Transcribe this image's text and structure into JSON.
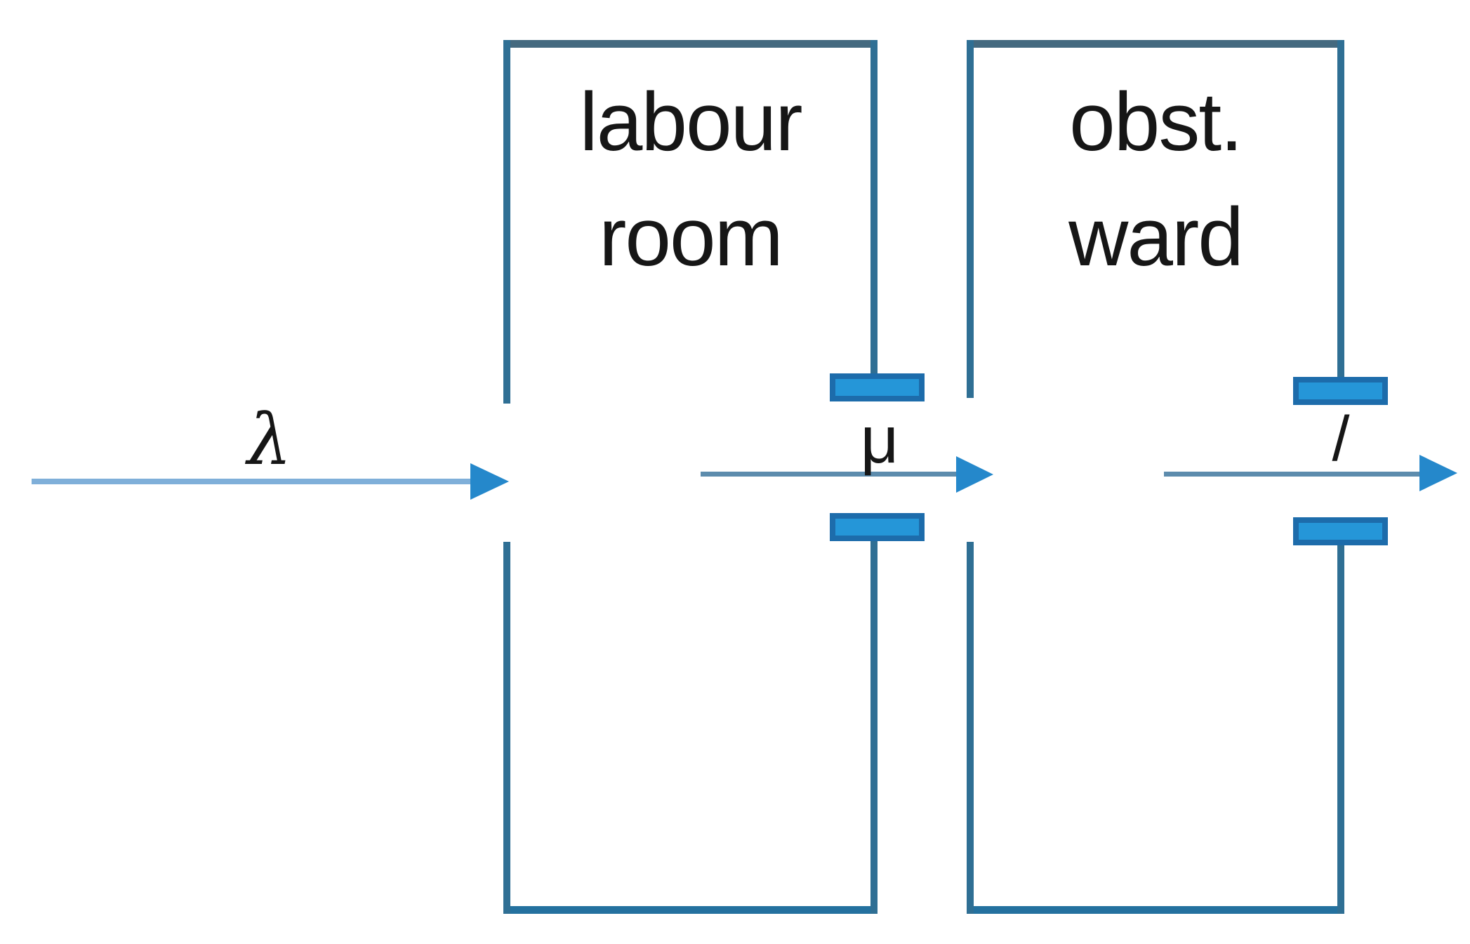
{
  "diagram": {
    "kind": "patient-flow-queueing-model",
    "rooms": [
      {
        "id": "labour-room",
        "label_lines": [
          "labour",
          "room"
        ]
      },
      {
        "id": "obst-ward",
        "label_lines": [
          "obst.",
          "ward"
        ]
      }
    ],
    "flows": [
      {
        "id": "arrival-rate",
        "label": "λ"
      },
      {
        "id": "transfer-rate",
        "label": "μ"
      },
      {
        "id": "discharge-rate",
        "label": "/"
      }
    ]
  },
  "colors": {
    "wall": "#2f6f94",
    "wall-top": "#44697f",
    "wall-bottom": "#24719f",
    "door-fill": "#2596d8",
    "door-border": "#1d6cab",
    "arrow-light": "#7fafd9",
    "arrow-dark": "#5d8cad",
    "arrow-head": "#2588cb",
    "text": "#161616"
  }
}
